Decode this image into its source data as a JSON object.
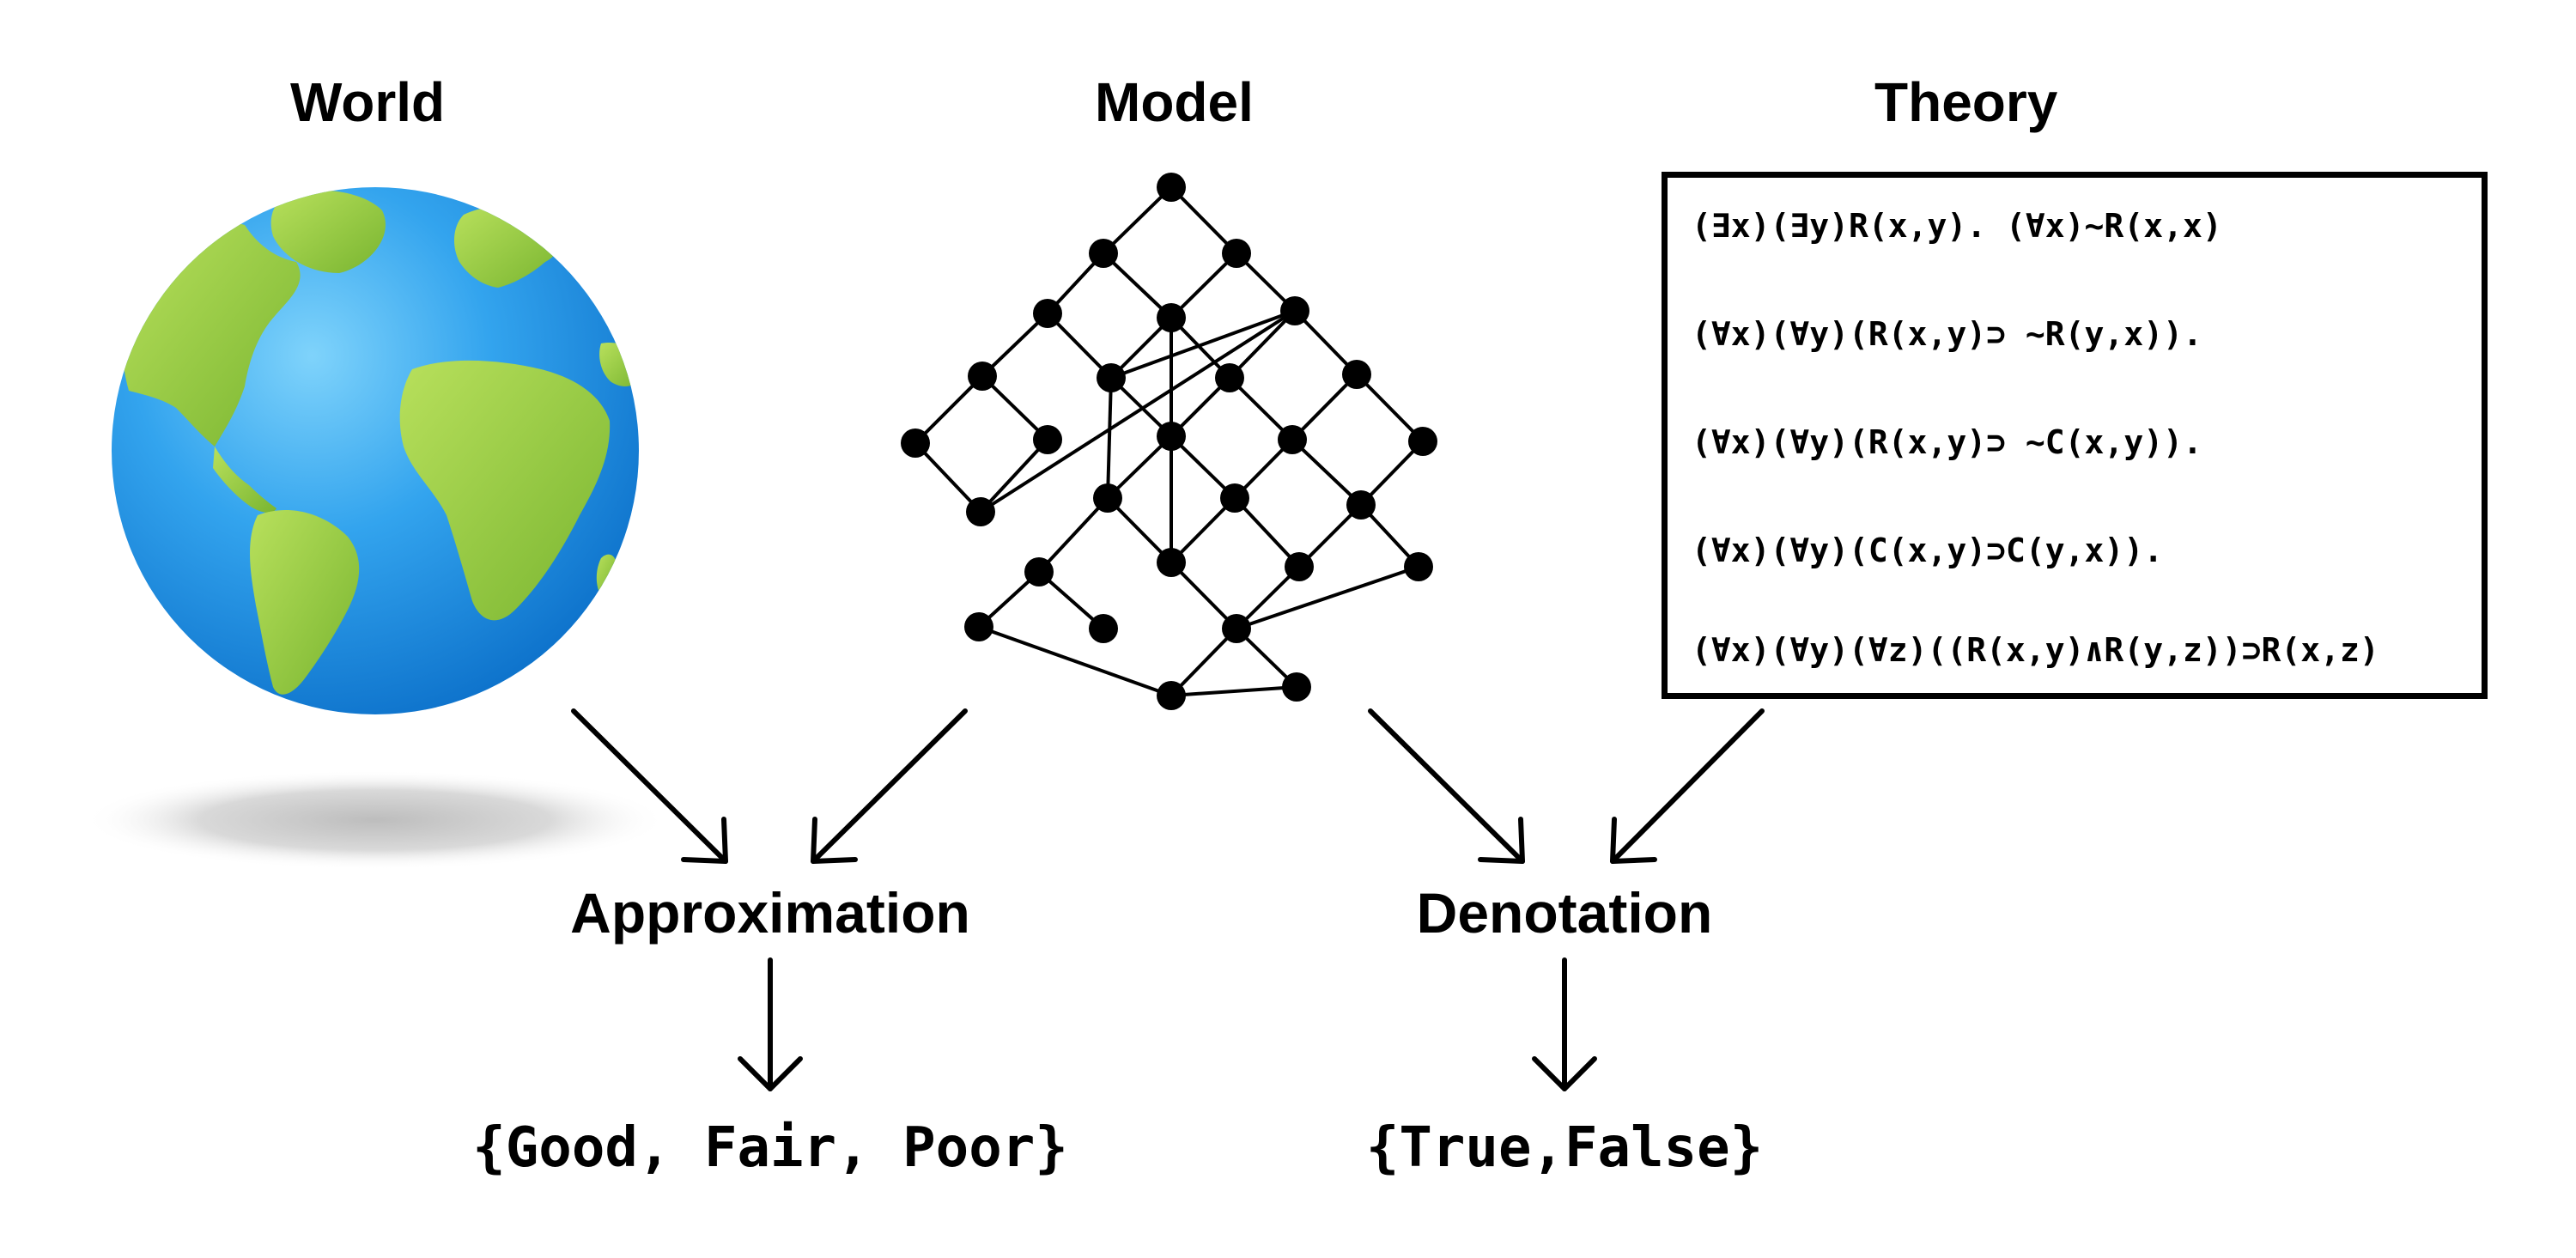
{
  "headings": {
    "world": "World",
    "model": "Model",
    "theory": "Theory"
  },
  "theory": {
    "formulas": [
      "(∃x)(∃y)R(x,y). (∀x)~R(x,x)",
      "(∀x)(∀y)(R(x,y)⊃ ~R(y,x)).",
      "(∀x)(∀y)(R(x,y)⊃ ~C(x,y)).",
      "(∀x)(∀y)(C(x,y)⊃C(y,x)).",
      "(∀x)(∀y)(∀z)((R(x,y)∧R(y,z))⊃R(x,z)"
    ]
  },
  "relations": {
    "approximation": "Approximation",
    "denotation": "Denotation"
  },
  "outcomes": {
    "approximation_values": "{Good, Fair, Poor}",
    "denotation_values": "{True,False}"
  },
  "colors": {
    "ocean": "#1e8ee0",
    "ocean_light": "#5cc0f5",
    "land": "#8dc63f",
    "land_light": "#b5dc5a",
    "ink": "#000000"
  }
}
